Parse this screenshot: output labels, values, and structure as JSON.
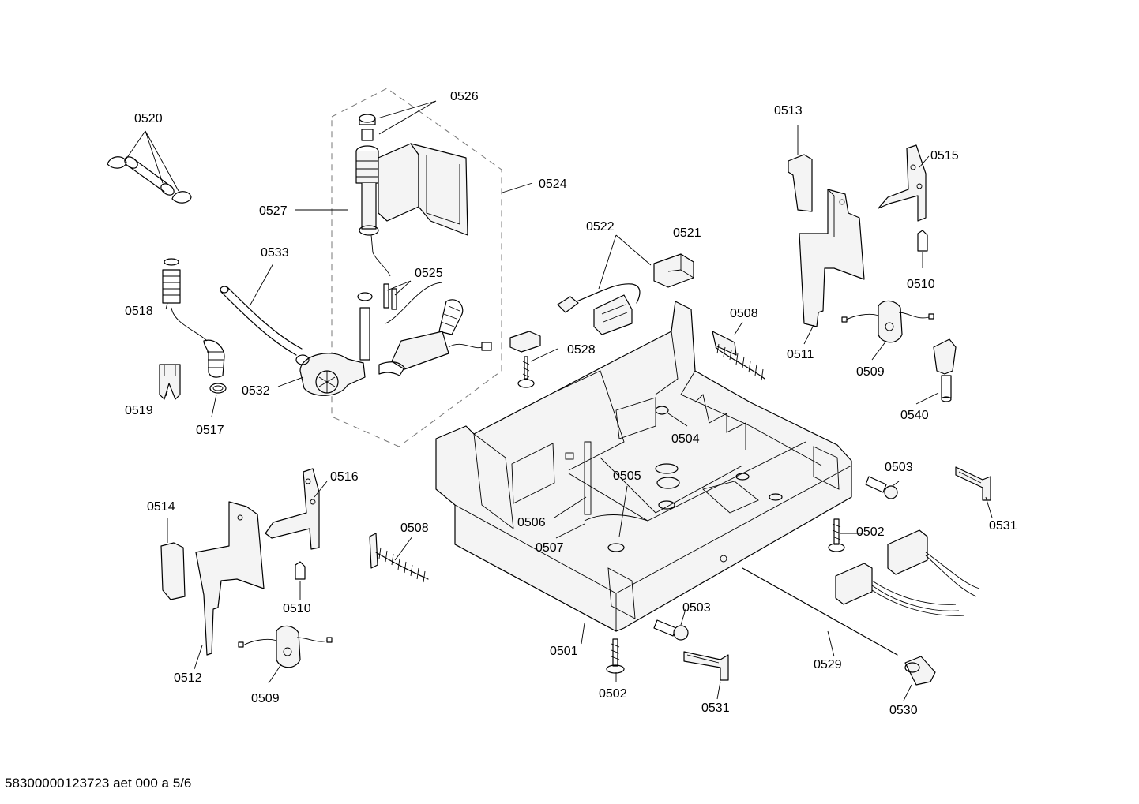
{
  "footer_text": "58300000123723 aet 000 a 5/6",
  "labels": {
    "p0501": "0501",
    "p0502a": "0502",
    "p0502b": "0502",
    "p0503a": "0503",
    "p0503b": "0503",
    "p0504": "0504",
    "p0505": "0505",
    "p0506": "0506",
    "p0507": "0507",
    "p0508a": "0508",
    "p0508b": "0508",
    "p0509a": "0509",
    "p0509b": "0509",
    "p0510a": "0510",
    "p0510b": "0510",
    "p0511": "0511",
    "p0512": "0512",
    "p0513": "0513",
    "p0514": "0514",
    "p0515": "0515",
    "p0516": "0516",
    "p0517": "0517",
    "p0518": "0518",
    "p0519": "0519",
    "p0520": "0520",
    "p0521": "0521",
    "p0522": "0522",
    "p0524": "0524",
    "p0525": "0525",
    "p0526": "0526",
    "p0527": "0527",
    "p0528": "0528",
    "p0529": "0529",
    "p0530": "0530",
    "p0531a": "0531",
    "p0531b": "0531",
    "p0532": "0532",
    "p0533": "0533",
    "p0540": "0540"
  }
}
